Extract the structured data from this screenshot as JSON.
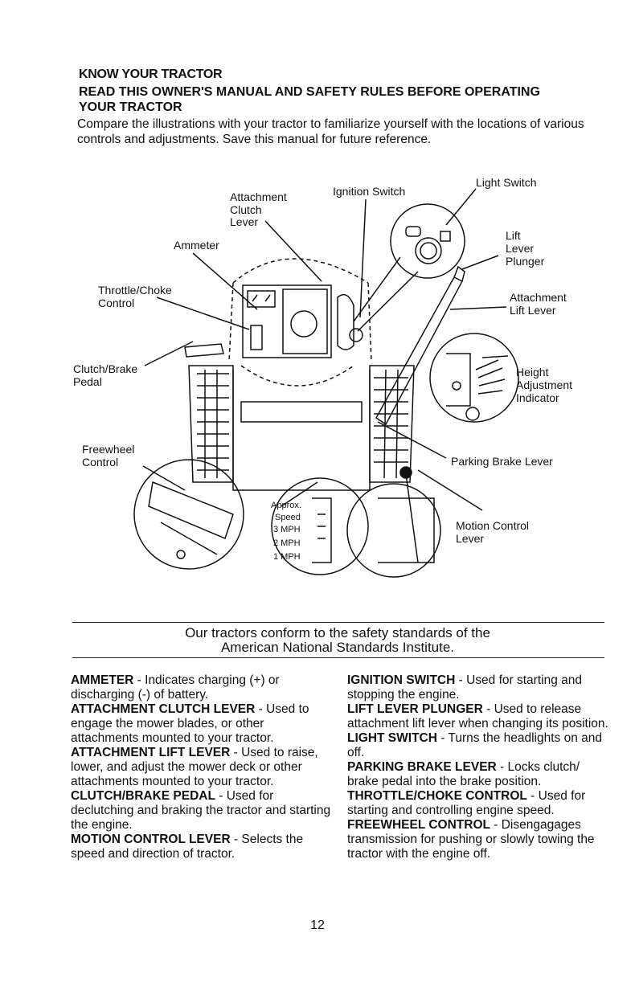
{
  "heading": "KNOW YOUR TRACTOR",
  "subheading_line1": "READ THIS OWNER'S MANUAL AND SAFETY RULES BEFORE OPERATING",
  "subheading_line2": "YOUR TRACTOR",
  "intro": "Compare the illustrations with your tractor to familiarize yourself with the locations of various controls and adjustments.  Save this manual for future reference.",
  "diagram_labels": {
    "attachment_clutch_lever": [
      "Attachment",
      "Clutch",
      "Lever"
    ],
    "ignition_switch": "Ignition Switch",
    "light_switch": "Light Switch",
    "ammeter": "Ammeter",
    "lift_lever_plunger": [
      "Lift",
      "Lever",
      "Plunger"
    ],
    "throttle_choke": [
      "Throttle/Choke",
      "Control"
    ],
    "attachment_lift_lever": [
      "Attachment",
      "Lift Lever"
    ],
    "clutch_brake_pedal": [
      "Clutch/Brake",
      "Pedal"
    ],
    "height_adjustment": [
      "Height",
      "Adjustment",
      "Indicator"
    ],
    "freewheel": [
      "Freewheel",
      "Control"
    ],
    "parking_brake": "Parking Brake Lever",
    "motion_control": [
      "Motion Control",
      "Lever"
    ],
    "speed_inset": [
      "Approx.",
      "Speed",
      "3 MPH",
      "2 MPH",
      "1 MPH"
    ]
  },
  "ansi_line1": "Our tractors conform to the safety standards of the",
  "ansi_line2": "American National Standards Institute.",
  "left_column": [
    {
      "term": "AMMETER",
      "desc": " - Indicates charging (+) or discharging (-) of battery."
    },
    {
      "term": "ATTACHMENT CLUTCH LEVER",
      "desc": " - Used to engage the mower blades, or other attachments mounted to your tractor."
    },
    {
      "term": "ATTACHMENT LIFT LEVER",
      "desc": " - Used to raise, lower, and adjust the mower deck or other attachments mounted to your tractor."
    },
    {
      "term": "CLUTCH/BRAKE PEDAL",
      "desc": " - Used for declutching and braking the tractor and starting the engine."
    },
    {
      "term": "MOTION CONTROL LEVER",
      "desc": " - Selects the speed and direction of tractor."
    }
  ],
  "right_column": [
    {
      "term": "IGNITION SWITCH",
      "desc": " - Used for starting and stopping the engine."
    },
    {
      "term": "LIFT LEVER PLUNGER",
      "desc": " - Used to release attachment lift lever when changing its position."
    },
    {
      "term": "LIGHT SWITCH",
      "desc": " - Turns the headlights on and off."
    },
    {
      "term": "PARKING BRAKE LEVER",
      "desc": " - Locks clutch/ brake pedal into the brake position."
    },
    {
      "term": "THROTTLE/CHOKE CONTROL",
      "desc": " - Used for starting and controlling engine speed."
    },
    {
      "term": "FREEWHEEL CONTROL",
      "desc": " - Disengagages transmission for pushing or slowly towing the tractor with the engine off."
    }
  ],
  "page_number": "12"
}
